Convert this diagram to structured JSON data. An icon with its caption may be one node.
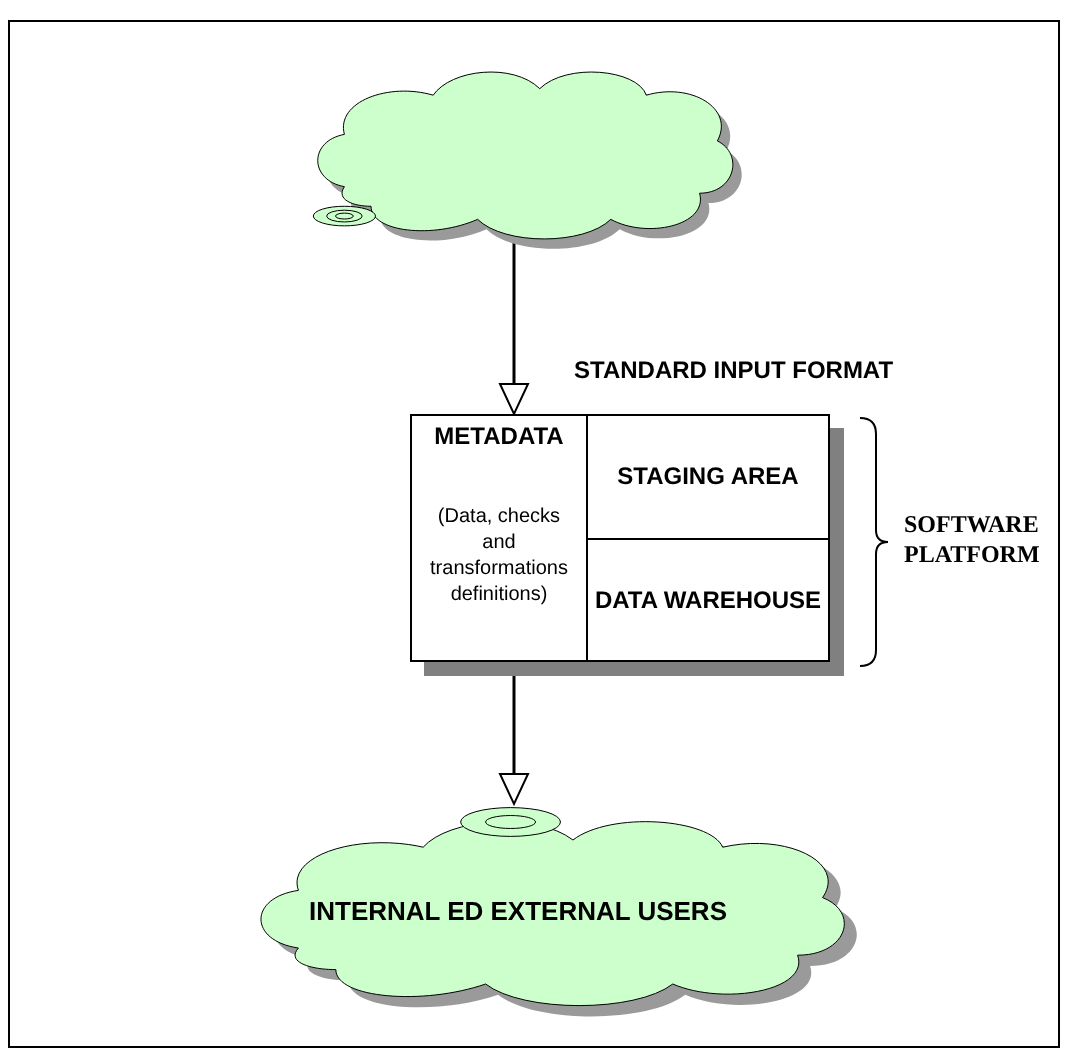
{
  "diagram": {
    "nodes": [
      {
        "text": [],
        "shape": "cloud"
      },
      {
        "text": [],
        "shape": "box"
      },
      {
        "text": [
          "METADATA",
          "(Data, checks and transformations definitions)"
        ],
        "in": 1
      },
      {
        "text": [
          "STAGING AREA"
        ],
        "in": 1
      },
      {
        "text": [
          "DATA WAREHOUSE"
        ],
        "in": 1
      },
      {
        "text": [
          "INTERNAL ED EXTERNAL USERS"
        ]
      }
    ],
    "edges": [
      {
        "from": 0,
        "to": 1,
        "arrow": "to",
        "label": "STANDARD INPUT FORMAT"
      },
      {
        "from": 1,
        "to": 5,
        "arrow": "to"
      }
    ],
    "labels": [
      "SOFTWARE PLATFORM"
    ]
  }
}
